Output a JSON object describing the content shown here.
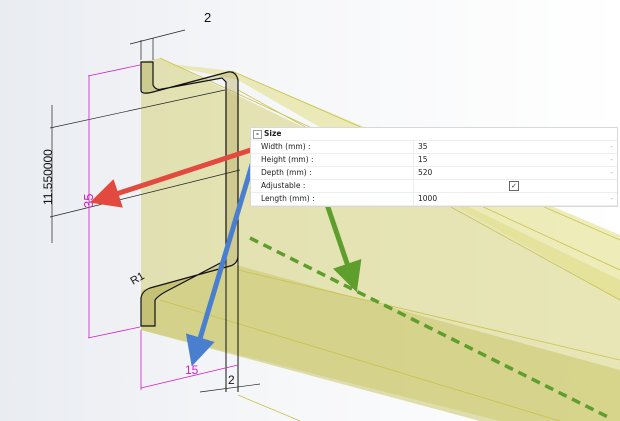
{
  "dimensions": {
    "top_thickness": "2",
    "bottom_thickness": "2",
    "height": "35",
    "width": "15",
    "offset": "11.550000",
    "radius": "R1"
  },
  "panel": {
    "section": "Size",
    "toggle": "-",
    "rows": [
      {
        "label": "Width (mm) :",
        "value": "35"
      },
      {
        "label": "Height (mm) :",
        "value": "15"
      },
      {
        "label": "Depth (mm) :",
        "value": "520"
      },
      {
        "label": "Adjustable :",
        "checked": true
      },
      {
        "label": "Length (mm) :",
        "value": "1000"
      }
    ],
    "spinner": "-",
    "check": "✓"
  },
  "colors": {
    "beam": "#d6d27a",
    "dimension": "#d020c8",
    "red_arrow": "#e2493f",
    "blue_arrow": "#4a7fd0",
    "green_arrow": "#5e9e2c"
  }
}
